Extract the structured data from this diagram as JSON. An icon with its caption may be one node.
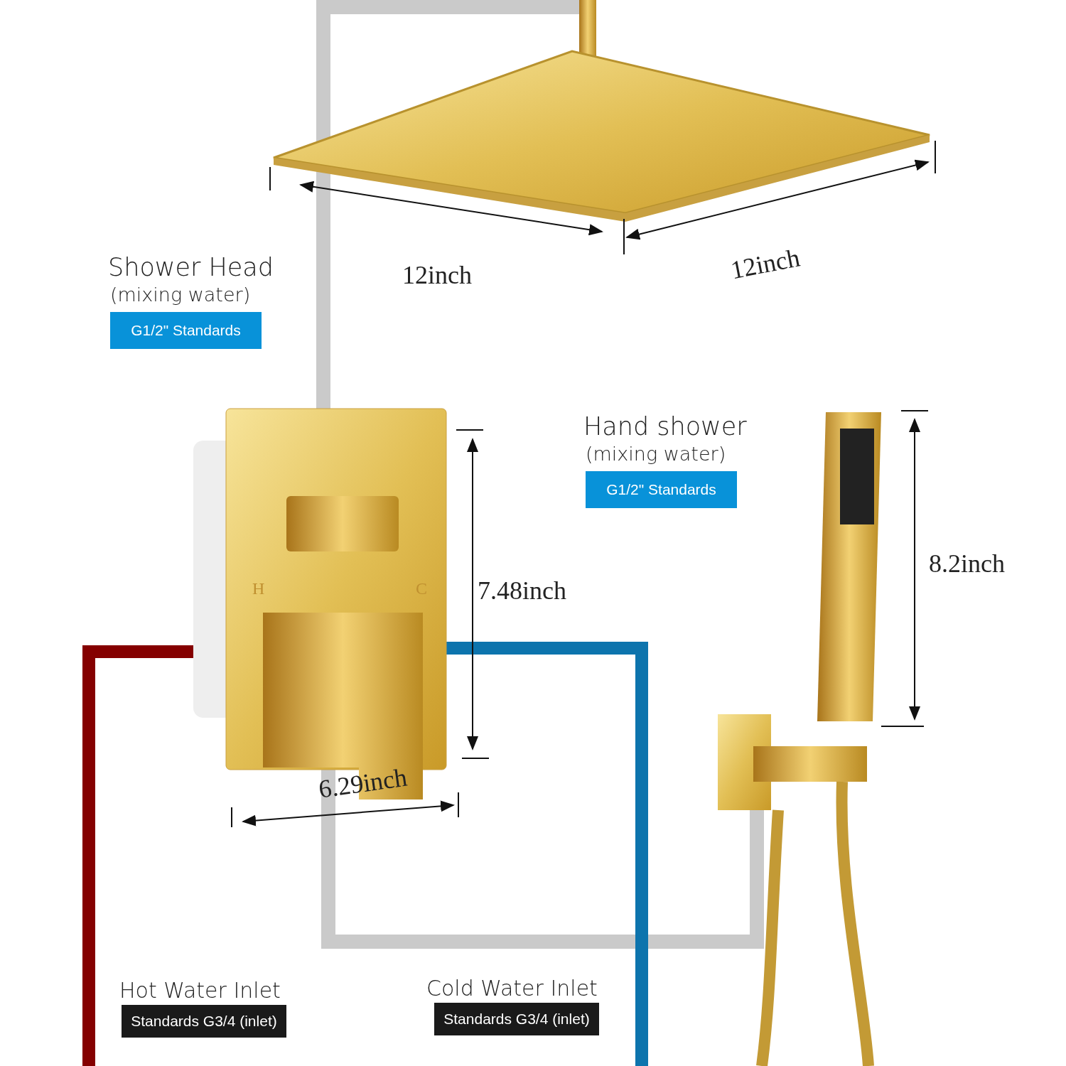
{
  "diagram": {
    "nodes": [
      {
        "text": [
          "G1/2\" Standards"
        ],
        "beside": [
          "Shower Head",
          "(mixing water)"
        ]
      },
      {
        "text": [
          "G1/2\" Standards"
        ],
        "beside": [
          "Hand shower",
          "(mixing water)"
        ]
      },
      {
        "text": [
          "Standards G3/4 (inlet)"
        ],
        "beside": [
          "Hot Water Inlet"
        ]
      },
      {
        "text": [
          "Standards G3/4 (inlet)"
        ],
        "beside": [
          "Cold Water Inlet"
        ]
      }
    ],
    "labels": [
      "12inch",
      "12inch",
      "H",
      "C",
      "7.48inch",
      "8.2inch",
      "6.29inch"
    ]
  }
}
